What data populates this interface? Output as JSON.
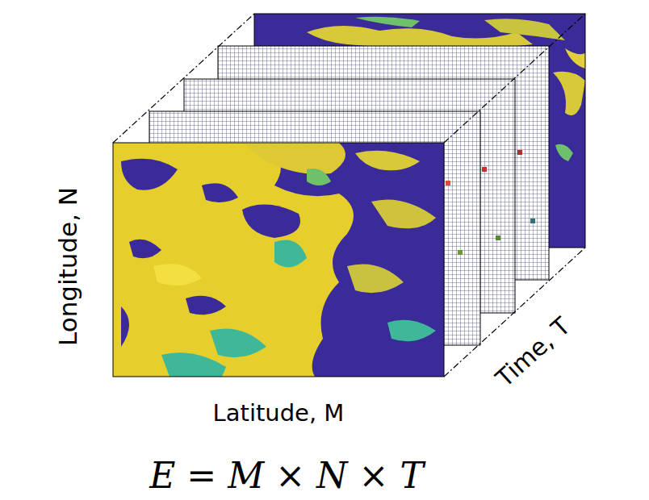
{
  "diagram": {
    "labels": [
      "Longitude, N",
      "Latitude, M",
      "Time, T",
      "E = M × N × T"
    ]
  }
}
